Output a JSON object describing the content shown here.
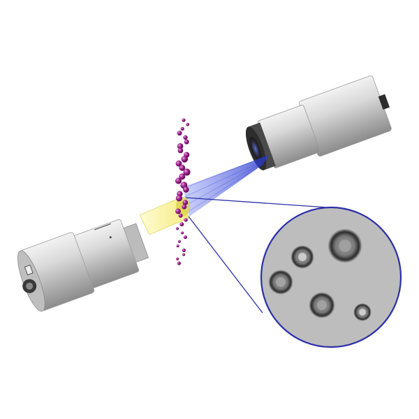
{
  "diagram": {
    "type": "optical-particle-imaging-setup",
    "components": [
      {
        "name": "light-source-cylinder",
        "role": "illumination"
      },
      {
        "name": "camera-cylinder",
        "role": "imaging"
      },
      {
        "name": "illumination-beam",
        "color": "#fff27a"
      },
      {
        "name": "imaging-cone",
        "color": "#3a4ee0"
      },
      {
        "name": "particle-stream",
        "color": "#a0208e"
      },
      {
        "name": "magnified-view-inset",
        "border_color": "#2a2fa8"
      }
    ],
    "inset_particle_count": 5,
    "stream_particle_count": 34
  },
  "colors": {
    "background": "#ffffff",
    "cylinder_body": "#c9c9c9",
    "cylinder_dark": "#3a3a3a",
    "inset_background": "#b9b9b9",
    "inset_border": "#2a2fa8",
    "particle": "#a0208e"
  }
}
